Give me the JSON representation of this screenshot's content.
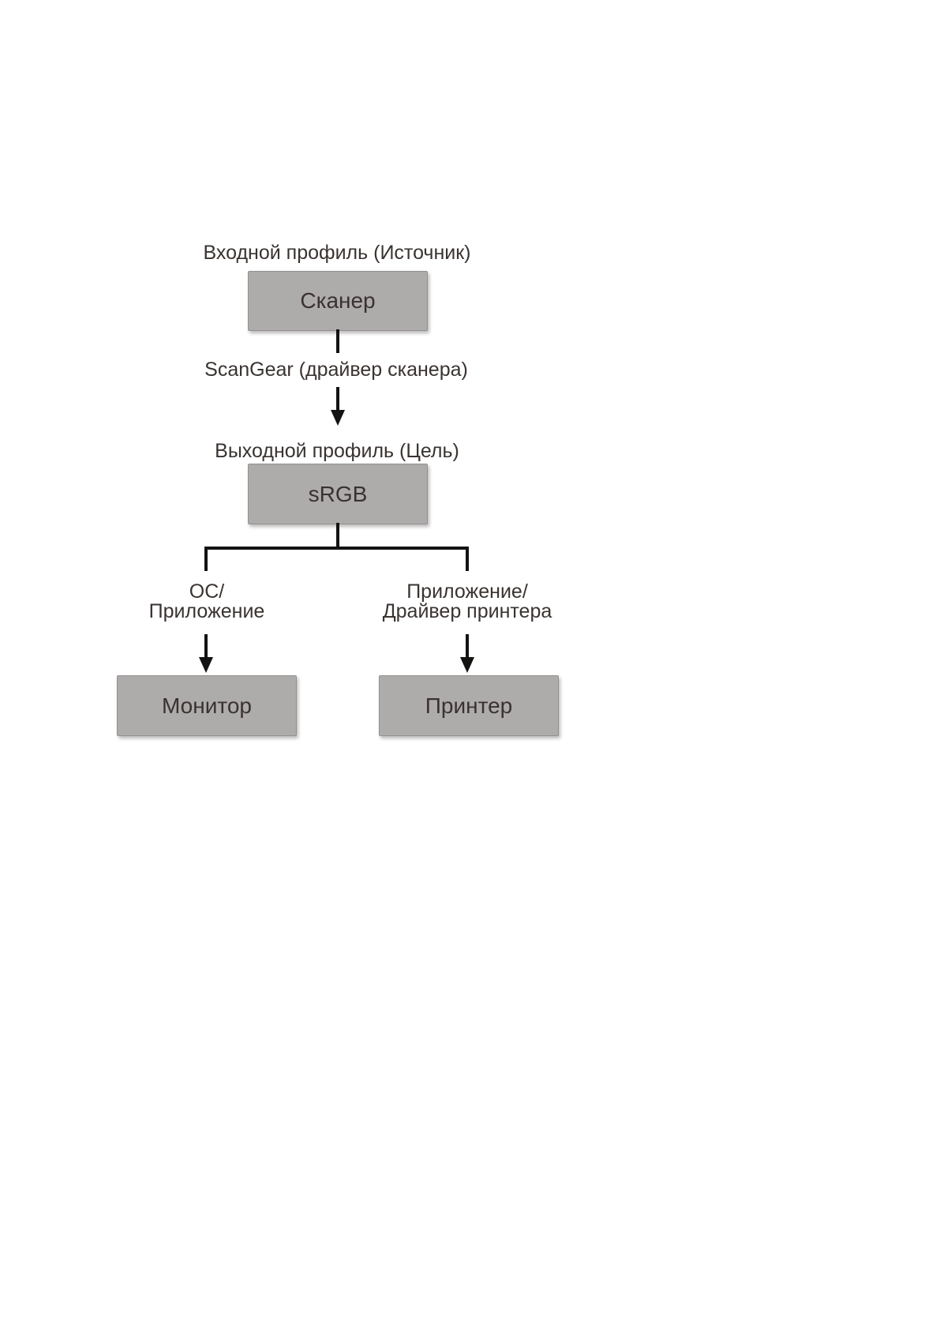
{
  "diagram": {
    "input_profile_title": "Входной профиль (Источник)",
    "scanner_box_label": "Сканер",
    "scangear_label": "ScanGear (драйвер сканера)",
    "output_profile_title": "Выходной профиль (Цель)",
    "srgb_box_label": "sRGB",
    "left_branch": {
      "line1": "ОС/",
      "line2": "Приложение",
      "box_label": "Монитор"
    },
    "right_branch": {
      "line1": "Приложение/",
      "line2": "Драйвер принтера",
      "box_label": "Принтер"
    }
  },
  "colors": {
    "page_background": "#ffffff",
    "box_fill": "#aeabab",
    "box_border": "#949090",
    "text": "#3a3330",
    "line": "#151312"
  }
}
